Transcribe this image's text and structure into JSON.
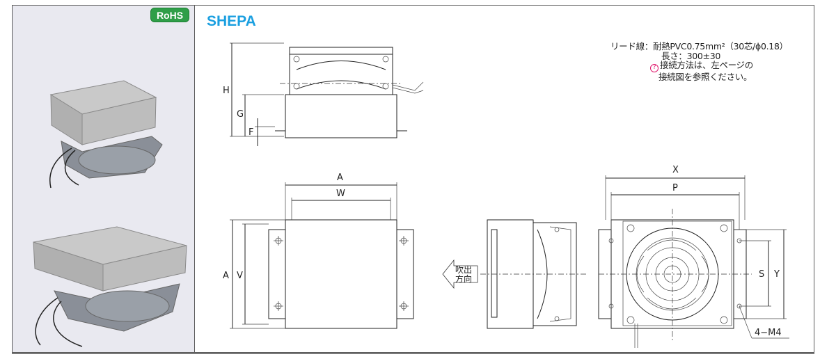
{
  "badge": {
    "label": "RoHS"
  },
  "title": "SHEPA",
  "spec": {
    "lead_key": "リード線：",
    "lead_val": "耐熱PVC0.75mm²（30芯/ϕ0.18）",
    "length": "長さ：300±30",
    "note1": "接続方法は、左ページの",
    "note2": "接続図を参照ください。"
  },
  "dims": {
    "H": "H",
    "G": "G",
    "F": "F",
    "A_top": "A",
    "W": "W",
    "A_side": "A",
    "V": "V",
    "X": "X",
    "P": "P",
    "S": "S",
    "Y": "Y",
    "holes": "4−M4",
    "airflow": [
      "吹出",
      "方向"
    ]
  },
  "colors": {
    "rohs": "#2f9e48",
    "title": "#1a9fe0",
    "panel": "#e9e9f0",
    "mark": "#e0196d"
  }
}
